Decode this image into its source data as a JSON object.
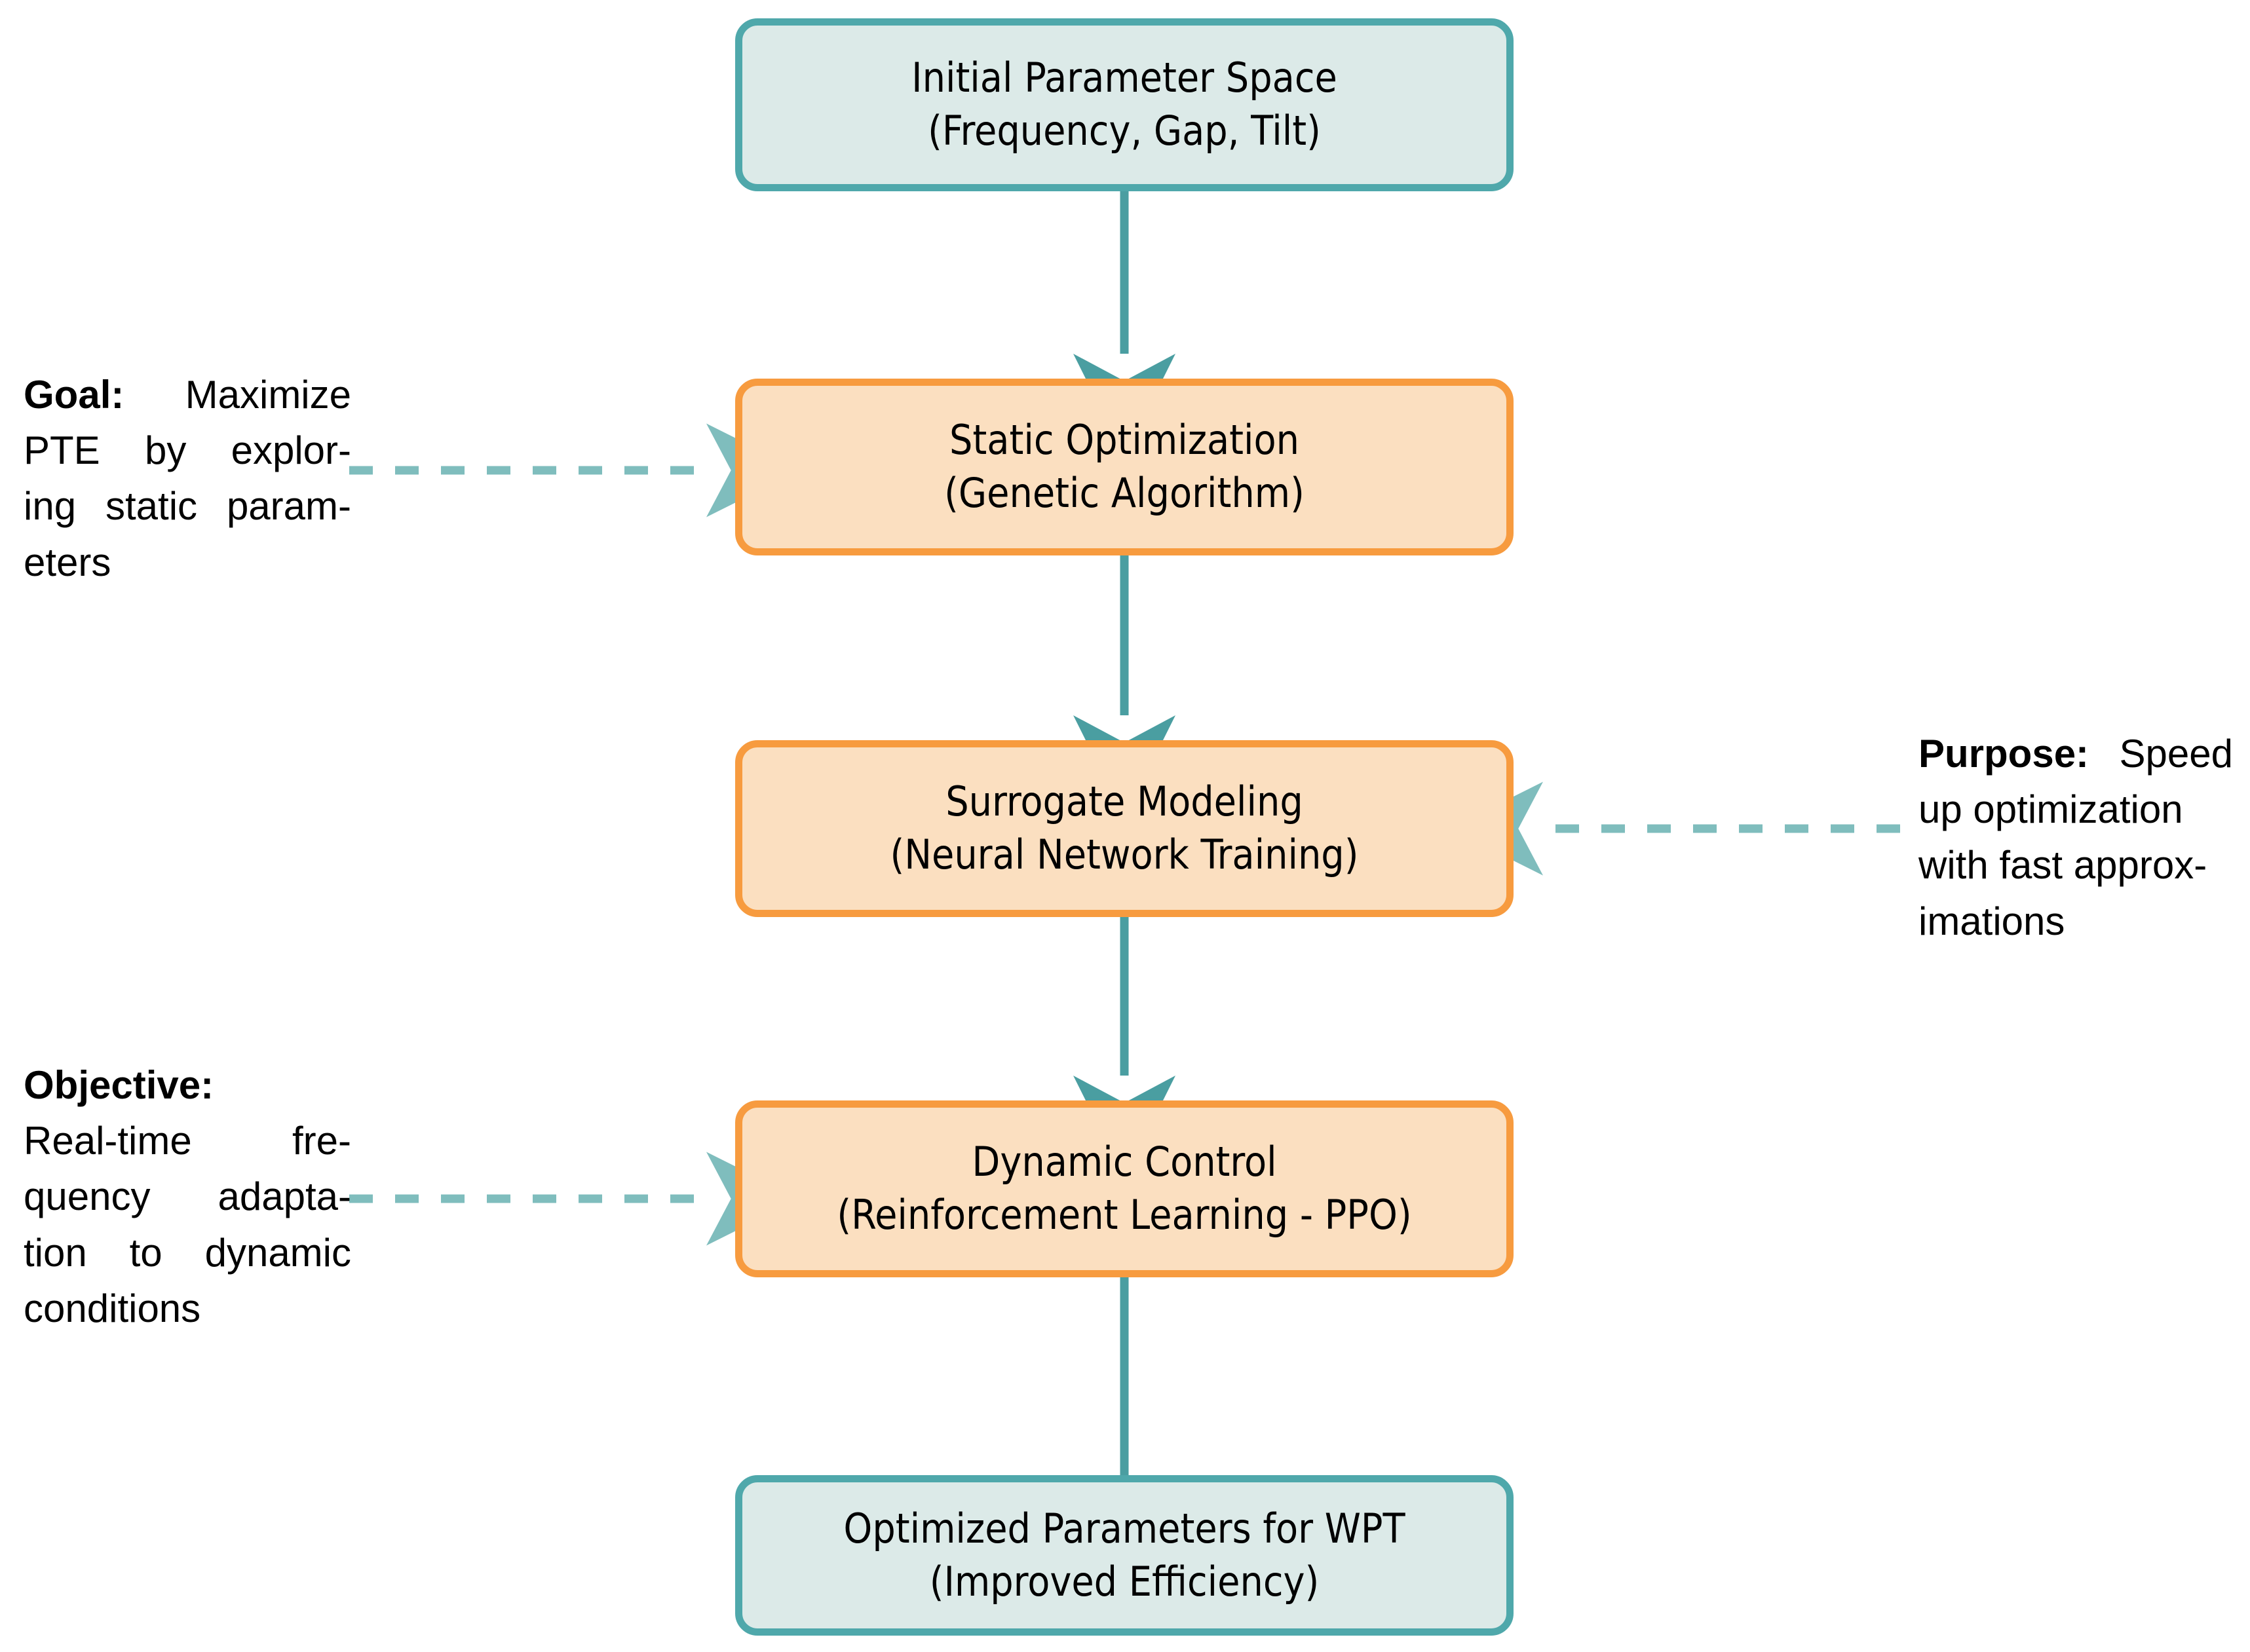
{
  "diagram": {
    "title": "WPT optimization pipeline flowchart",
    "colors": {
      "teal_border": "#4FA8AB",
      "teal_fill": "#DCEAE8",
      "orange_border": "#F79B3F",
      "orange_fill": "#FBDFC0",
      "solid_arrow": "#4A9EA1",
      "dashed_arrow": "#7FBDBD",
      "text": "#000000",
      "background": "#FFFFFF"
    },
    "nodes": [
      {
        "id": "initial-parameter-space",
        "style": "teal",
        "line1": "Initial Parameter Space",
        "line2": "(Frequency, Gap, Tilt)"
      },
      {
        "id": "static-optimization",
        "style": "orange",
        "line1": "Static Optimization",
        "line2": "(Genetic Algorithm)"
      },
      {
        "id": "surrogate-modeling",
        "style": "orange",
        "line1": "Surrogate Modeling",
        "line2": "(Neural Network Training)"
      },
      {
        "id": "dynamic-control",
        "style": "orange",
        "line1": "Dynamic Control",
        "line2": "(Reinforcement Learning - PPO)"
      },
      {
        "id": "optimized-parameters",
        "style": "teal",
        "line1": "Optimized Parameters for WPT",
        "line2": "(Improved Efficiency)"
      }
    ],
    "annotations": [
      {
        "id": "goal-note",
        "side": "left",
        "label": "Goal:",
        "l1": "Maximize",
        "l2": "PTE by explor-",
        "l3": "ing static param-",
        "l4": "eters",
        "target": "static-optimization"
      },
      {
        "id": "purpose-note",
        "side": "right",
        "label": "Purpose:",
        "l1": "Speed",
        "l2": "up optimization",
        "l3": "with fast approx-",
        "l4": "imations",
        "target": "surrogate-modeling"
      },
      {
        "id": "objective-note",
        "side": "left",
        "label": "Objective:",
        "l1": "",
        "l2": "Real-time fre-",
        "l3": "quency adapta-",
        "l4": "tion to dynamic",
        "l5": "conditions",
        "target": "dynamic-control"
      }
    ],
    "edges": [
      {
        "id": "edge-1",
        "from": "initial-parameter-space",
        "to": "static-optimization",
        "kind": "solid"
      },
      {
        "id": "edge-2",
        "from": "static-optimization",
        "to": "surrogate-modeling",
        "kind": "solid"
      },
      {
        "id": "edge-3",
        "from": "surrogate-modeling",
        "to": "dynamic-control",
        "kind": "solid"
      },
      {
        "id": "edge-4",
        "from": "dynamic-control",
        "to": "optimized-parameters",
        "kind": "solid"
      },
      {
        "id": "edge-goal",
        "from": "goal-note",
        "to": "static-optimization",
        "kind": "dashed"
      },
      {
        "id": "edge-purpose",
        "from": "purpose-note",
        "to": "surrogate-modeling",
        "kind": "dashed"
      },
      {
        "id": "edge-objective",
        "from": "objective-note",
        "to": "dynamic-control",
        "kind": "dashed"
      }
    ]
  }
}
